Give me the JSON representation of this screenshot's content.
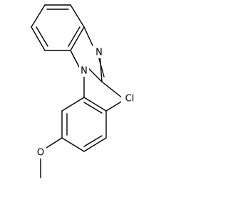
{
  "molecule": {
    "atom_labels": {
      "n_imidazole": "N",
      "n_substituted": "N",
      "chlorine": "Cl",
      "oxygen": "O"
    }
  },
  "colors": {
    "bond": "#000000",
    "background": "#ffffff"
  }
}
